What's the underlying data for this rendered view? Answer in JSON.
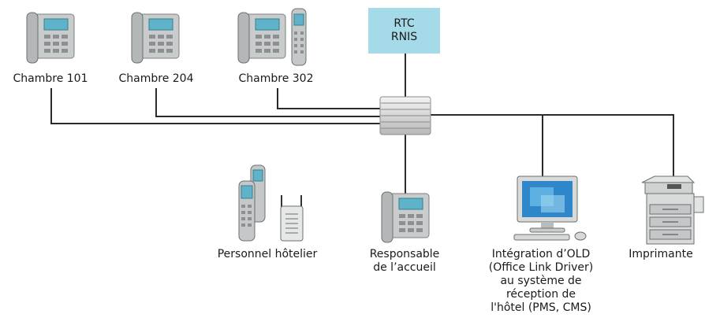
{
  "network": {
    "rtc_line1": "RTC",
    "rtc_line2": "RNIS"
  },
  "rooms": {
    "room101": "Chambre 101",
    "room204": "Chambre 204",
    "room302": "Chambre 302"
  },
  "endpoints": {
    "staff": "Personnel hôtelier",
    "reception": "Responsable\nde l’accueil",
    "old": "Intégration d’OLD\n(Office Link Driver)\nau système de\nréception de\nl'hôtel (PMS, CMS)",
    "printer": "Imprimante"
  },
  "colors": {
    "rtc_box": "#a5dbe8",
    "line": "#2b2b2b"
  },
  "icons": [
    "desk-phone-icon",
    "dect-handset-icon",
    "dect-base-station-icon",
    "network-switch-icon",
    "computer-icon",
    "printer-icon"
  ]
}
